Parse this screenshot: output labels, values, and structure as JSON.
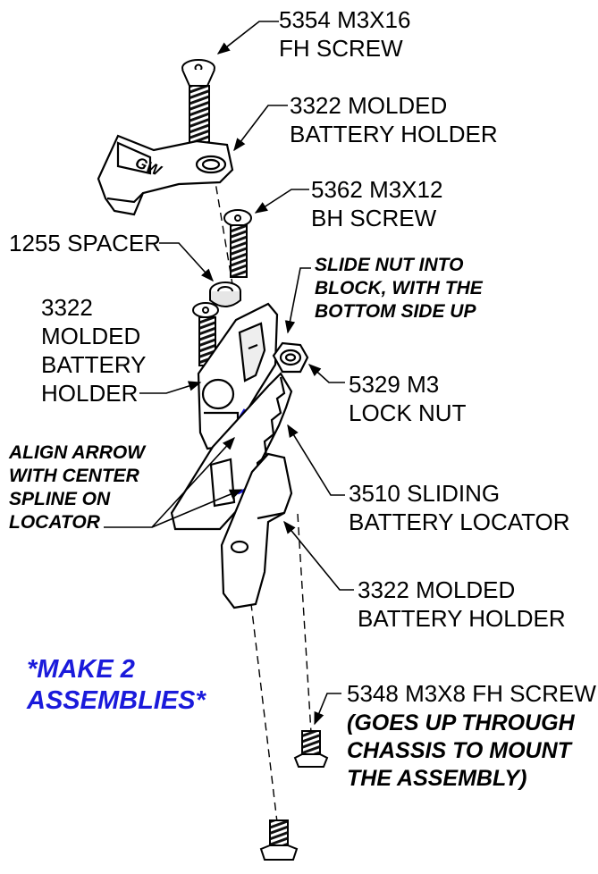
{
  "labels": {
    "screw_5354": [
      "5354 M3X16",
      "FH SCREW"
    ],
    "holder_top": [
      "3322 MOLDED",
      "BATTERY HOLDER"
    ],
    "screw_5362": [
      "5362 M3X12",
      "BH SCREW"
    ],
    "spacer": [
      "1255 SPACER"
    ],
    "holder_left": [
      "3322",
      "MOLDED",
      "BATTERY",
      "HOLDER"
    ],
    "slide_nut_note": [
      "SLIDE NUT INTO",
      "BLOCK, WITH THE",
      "BOTTOM SIDE UP"
    ],
    "lock_nut": [
      "5329 M3",
      "LOCK NUT"
    ],
    "align_note": [
      "ALIGN ARROW",
      "WITH CENTER",
      "SPLINE ON",
      "LOCATOR"
    ],
    "locator": [
      "3510 SLIDING",
      "BATTERY LOCATOR"
    ],
    "holder_bottom": [
      "3322 MOLDED",
      "BATTERY HOLDER"
    ],
    "make_two": [
      "*MAKE 2",
      "ASSEMBLIES*"
    ],
    "screw_5348": [
      "5348 M3X8 FH SCREW"
    ],
    "screw_5348_note": [
      "(GOES UP THROUGH",
      "CHASSIS TO MOUNT",
      "THE ASSEMBLY)"
    ],
    "holder_logo": "GW"
  },
  "colors": {
    "ink": "#000000",
    "accent_blue": "#1a1adb",
    "part_fill": "#ffffff",
    "shade": "#d9d9d9"
  }
}
